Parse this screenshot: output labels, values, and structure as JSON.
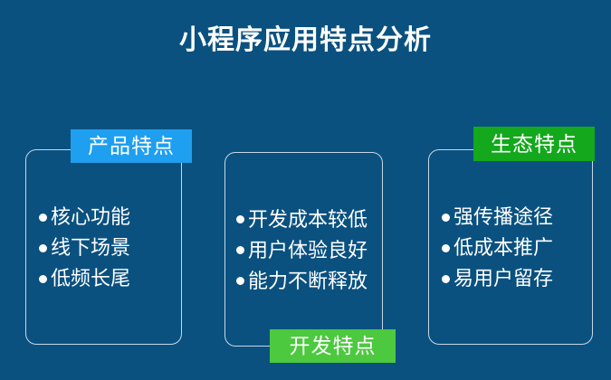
{
  "slide": {
    "title": "小程序应用特点分析",
    "background_color": "#0a5180",
    "text_color": "#ffffff"
  },
  "cards": [
    {
      "id": "product",
      "badge_label": "产品特点",
      "badge_color": "#1e9ff0",
      "badge_position": "top",
      "bullets": [
        "核心功能",
        "线下场景",
        "低频长尾"
      ]
    },
    {
      "id": "development",
      "badge_label": "开发特点",
      "badge_color": "#4cc93f",
      "badge_position": "bottom",
      "bullets": [
        "开发成本较低",
        "用户体验良好",
        "能力不断释放"
      ]
    },
    {
      "id": "ecosystem",
      "badge_label": "生态特点",
      "badge_color": "#14a81c",
      "badge_position": "top",
      "bullets": [
        "强传播途径",
        "低成本推广",
        "易用户留存"
      ]
    }
  ]
}
